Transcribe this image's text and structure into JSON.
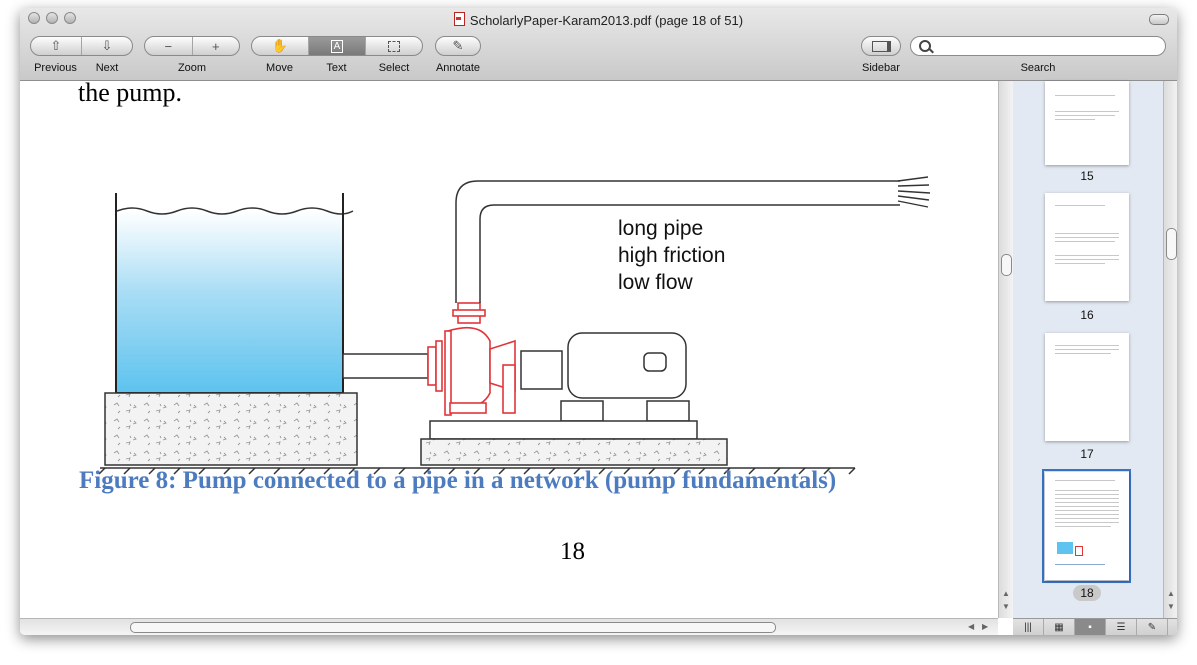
{
  "window": {
    "title": "ScholarlyPaper-Karam2013.pdf (page 18 of 51)"
  },
  "toolbar": {
    "previous": "Previous",
    "next": "Next",
    "zoom": "Zoom",
    "move": "Move",
    "text": "Text",
    "select": "Select",
    "annotate": "Annotate",
    "sidebar": "Sidebar",
    "search": "Search",
    "search_value": ""
  },
  "document": {
    "body_text": "the pump.",
    "figure_labels": [
      "long pipe",
      "high friction",
      "low flow"
    ],
    "caption": "Figure 8: Pump connected to a pipe in a network (pump fundamentals)",
    "page_number": "18"
  },
  "sidebar": {
    "thumbnails": [
      "15",
      "16",
      "17",
      "18"
    ],
    "selected": "18"
  },
  "colors": {
    "caption": "#4d7bbf",
    "pump": "#e0363a",
    "water": "#5ec3ee",
    "selection": "#3b73c6"
  }
}
